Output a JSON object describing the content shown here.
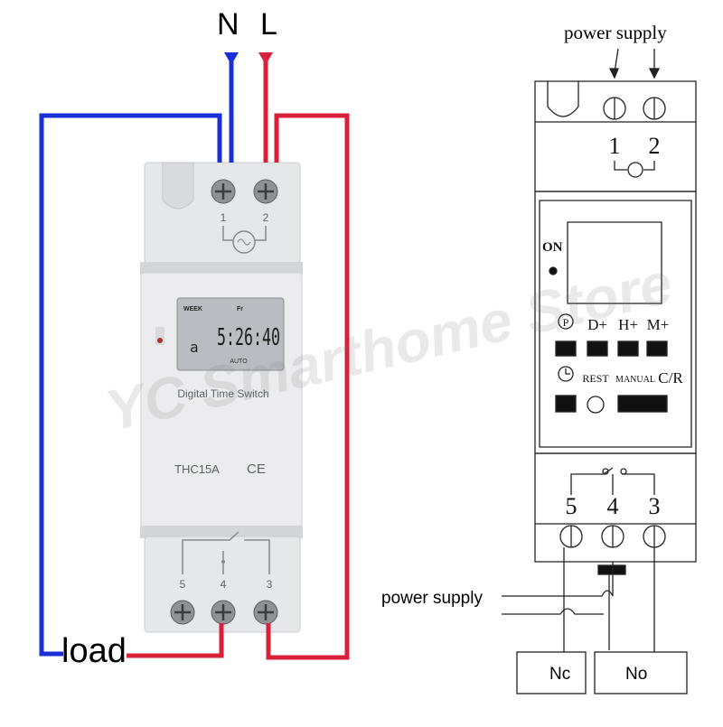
{
  "photo": {
    "neutral_label": "N",
    "live_label": "L",
    "load_label": "load",
    "device_title": "Digital Time Switch",
    "model": "THC15A",
    "ce_mark": "CE",
    "lcd": {
      "week_label": "WEEK",
      "day_label": "Fr",
      "time": "5:26:40",
      "mode": "AUTO",
      "small": "a"
    },
    "terminals_top": [
      "1",
      "2"
    ],
    "terminals_bottom": [
      "5",
      "4",
      "3"
    ]
  },
  "schematic": {
    "power_supply_top": "power supply",
    "power_supply_bottom": "power supply",
    "terminals_top": [
      "1",
      "2"
    ],
    "on_label": "ON",
    "buttons_row1": [
      "P",
      "D+",
      "H+",
      "M+"
    ],
    "buttons_row2": [
      "REST",
      "MANUAL",
      "C/R"
    ],
    "terminals_bottom": [
      "5",
      "4",
      "3"
    ],
    "nc_label": "Nc",
    "no_label": "No"
  },
  "watermark": "YC Smarthome Store",
  "colors": {
    "neutral_wire": "#1a2fd6",
    "live_wire": "#d8203a",
    "device_body": "#e9eaec",
    "lcd": "#b9bdc2"
  }
}
